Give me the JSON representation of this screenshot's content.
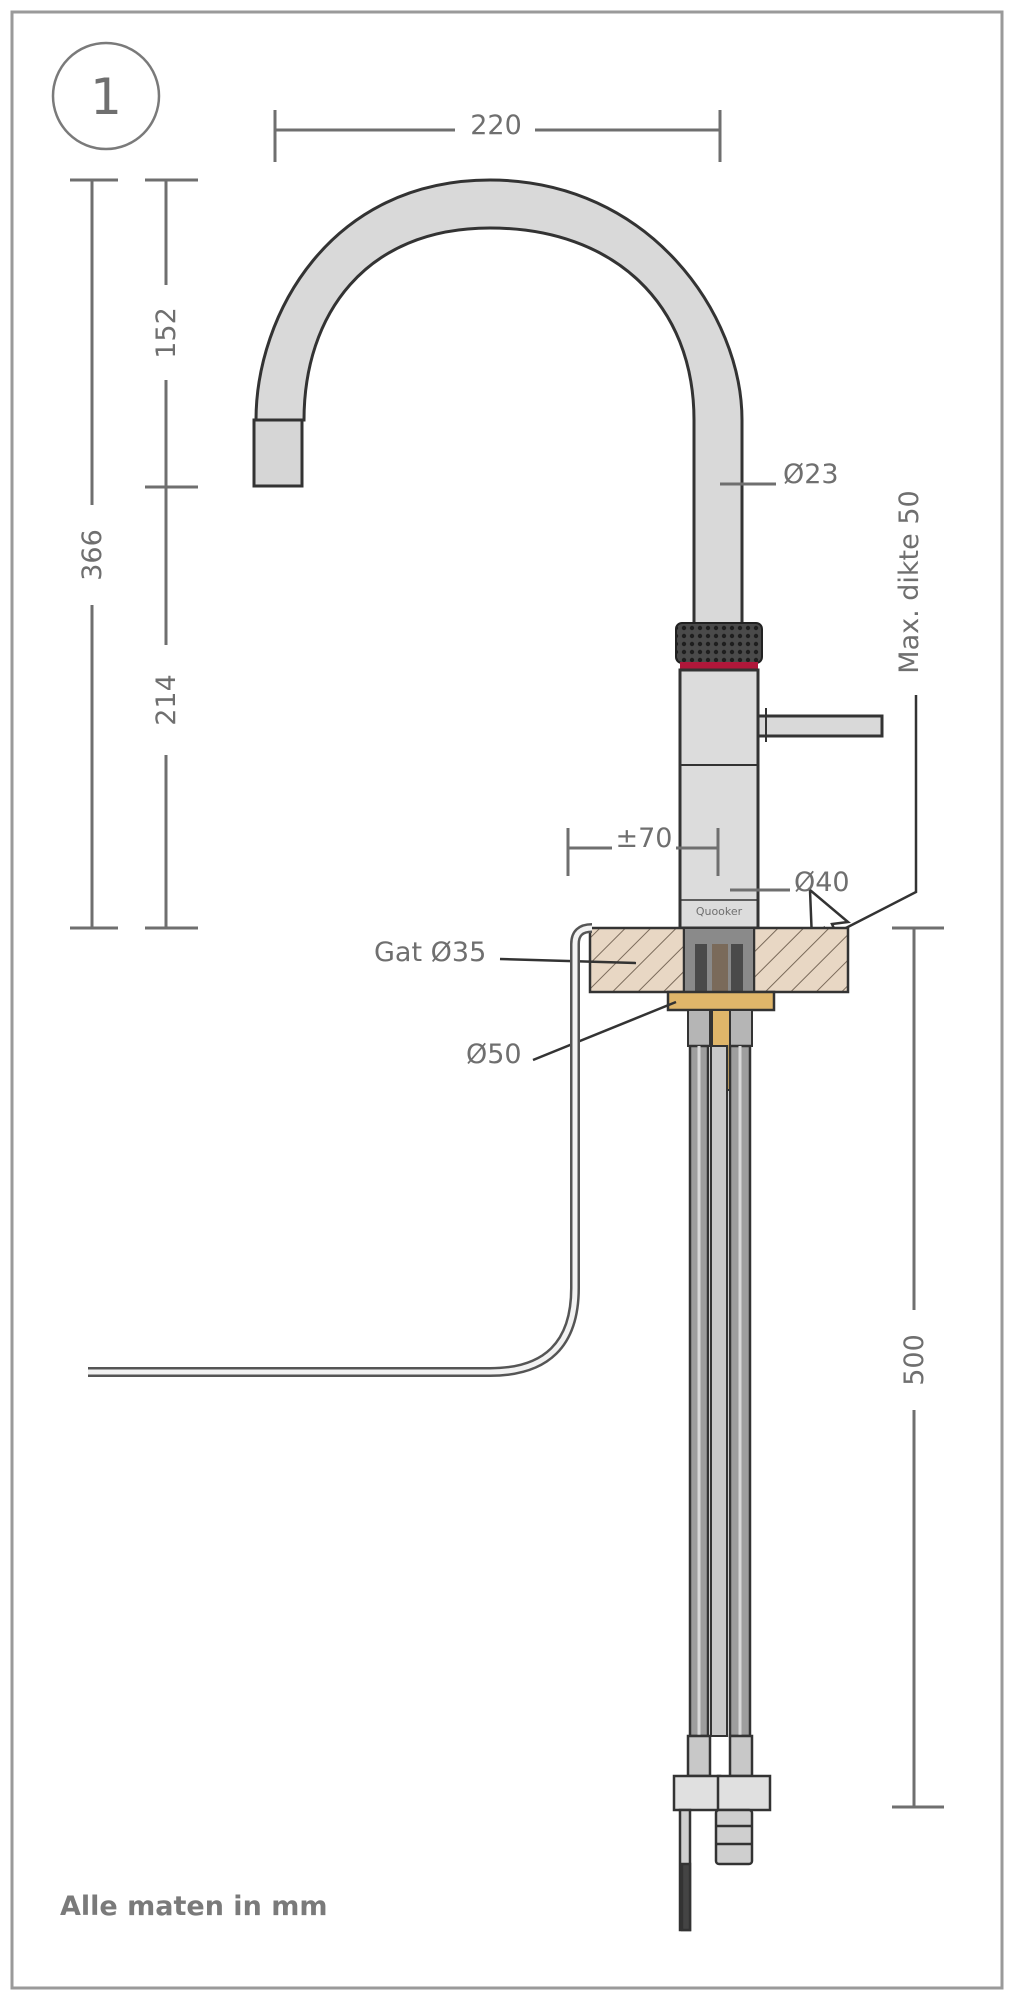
{
  "figure": {
    "step_number": "1",
    "units_note": "Alle maten in mm",
    "brand_label": "Quooker"
  },
  "dimensions": {
    "spout_reach": "220",
    "total_height": "366",
    "upper_height": "152",
    "lower_height": "214",
    "spout_diameter": "Ø23",
    "max_thickness": "Max. dikte 50",
    "offset": "±70",
    "body_diameter": "Ø40",
    "hole_diameter": "Gat Ø35",
    "washer_diameter": "Ø50",
    "hose_length": "500"
  },
  "colors": {
    "outline": "#333333",
    "dimension_line": "#6f6f6f",
    "chrome": "#d9d9d9",
    "chrome_dark": "#bdbdbd",
    "red_ring": "#b0173a",
    "brass": "#e0b66a",
    "wood": "#e8d7c4",
    "frame": "#9a9a9a"
  }
}
